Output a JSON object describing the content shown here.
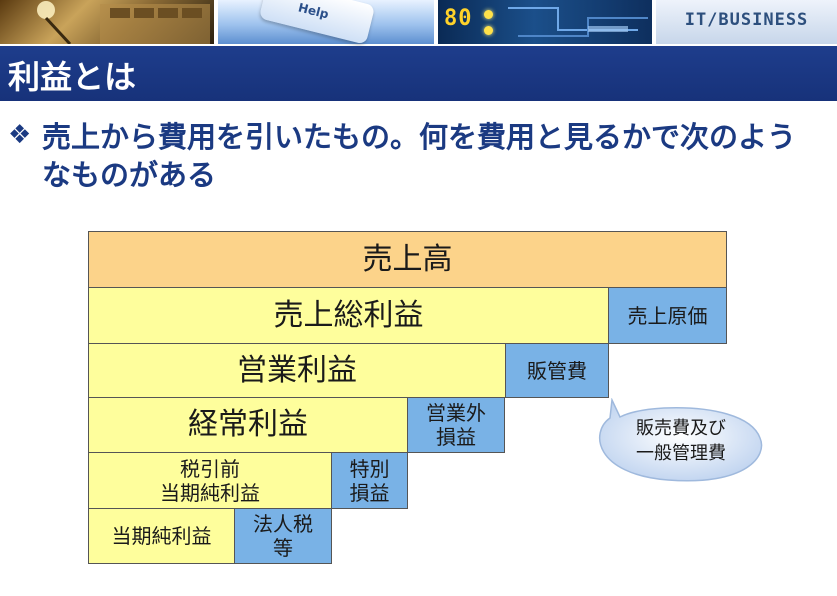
{
  "banner": {
    "key_label": "Help",
    "digits": "80",
    "brand": "IT/BUSINESS"
  },
  "slide": {
    "title": "利益とは",
    "bullet_icon": "diamond-bullet-icon",
    "bullet": "売上から費用を引いたもの。何を費用と見るかで次のようなものがある"
  },
  "diagram": {
    "cells": {
      "sales": "売上高",
      "gross_profit": "売上総利益",
      "cost_of_sales": "売上原価",
      "operating_profit": "営業利益",
      "sga": "販管費",
      "ordinary_profit": "経常利益",
      "non_operating": "営業外\n損益",
      "pretax_profit": "税引前\n当期純利益",
      "extraordinary": "特別\n損益",
      "net_profit": "当期純利益",
      "corporate_tax": "法人税\n等"
    },
    "callout": "販売費及び\n一般管理費"
  },
  "colors": {
    "title_bar": "#1e3d8c",
    "bullet_text": "#1b3a82",
    "top_cell": "#fcd38a",
    "profit_cell": "#fefe9c",
    "cost_cell": "#79b2e6",
    "callout": "#d2e2f6"
  }
}
